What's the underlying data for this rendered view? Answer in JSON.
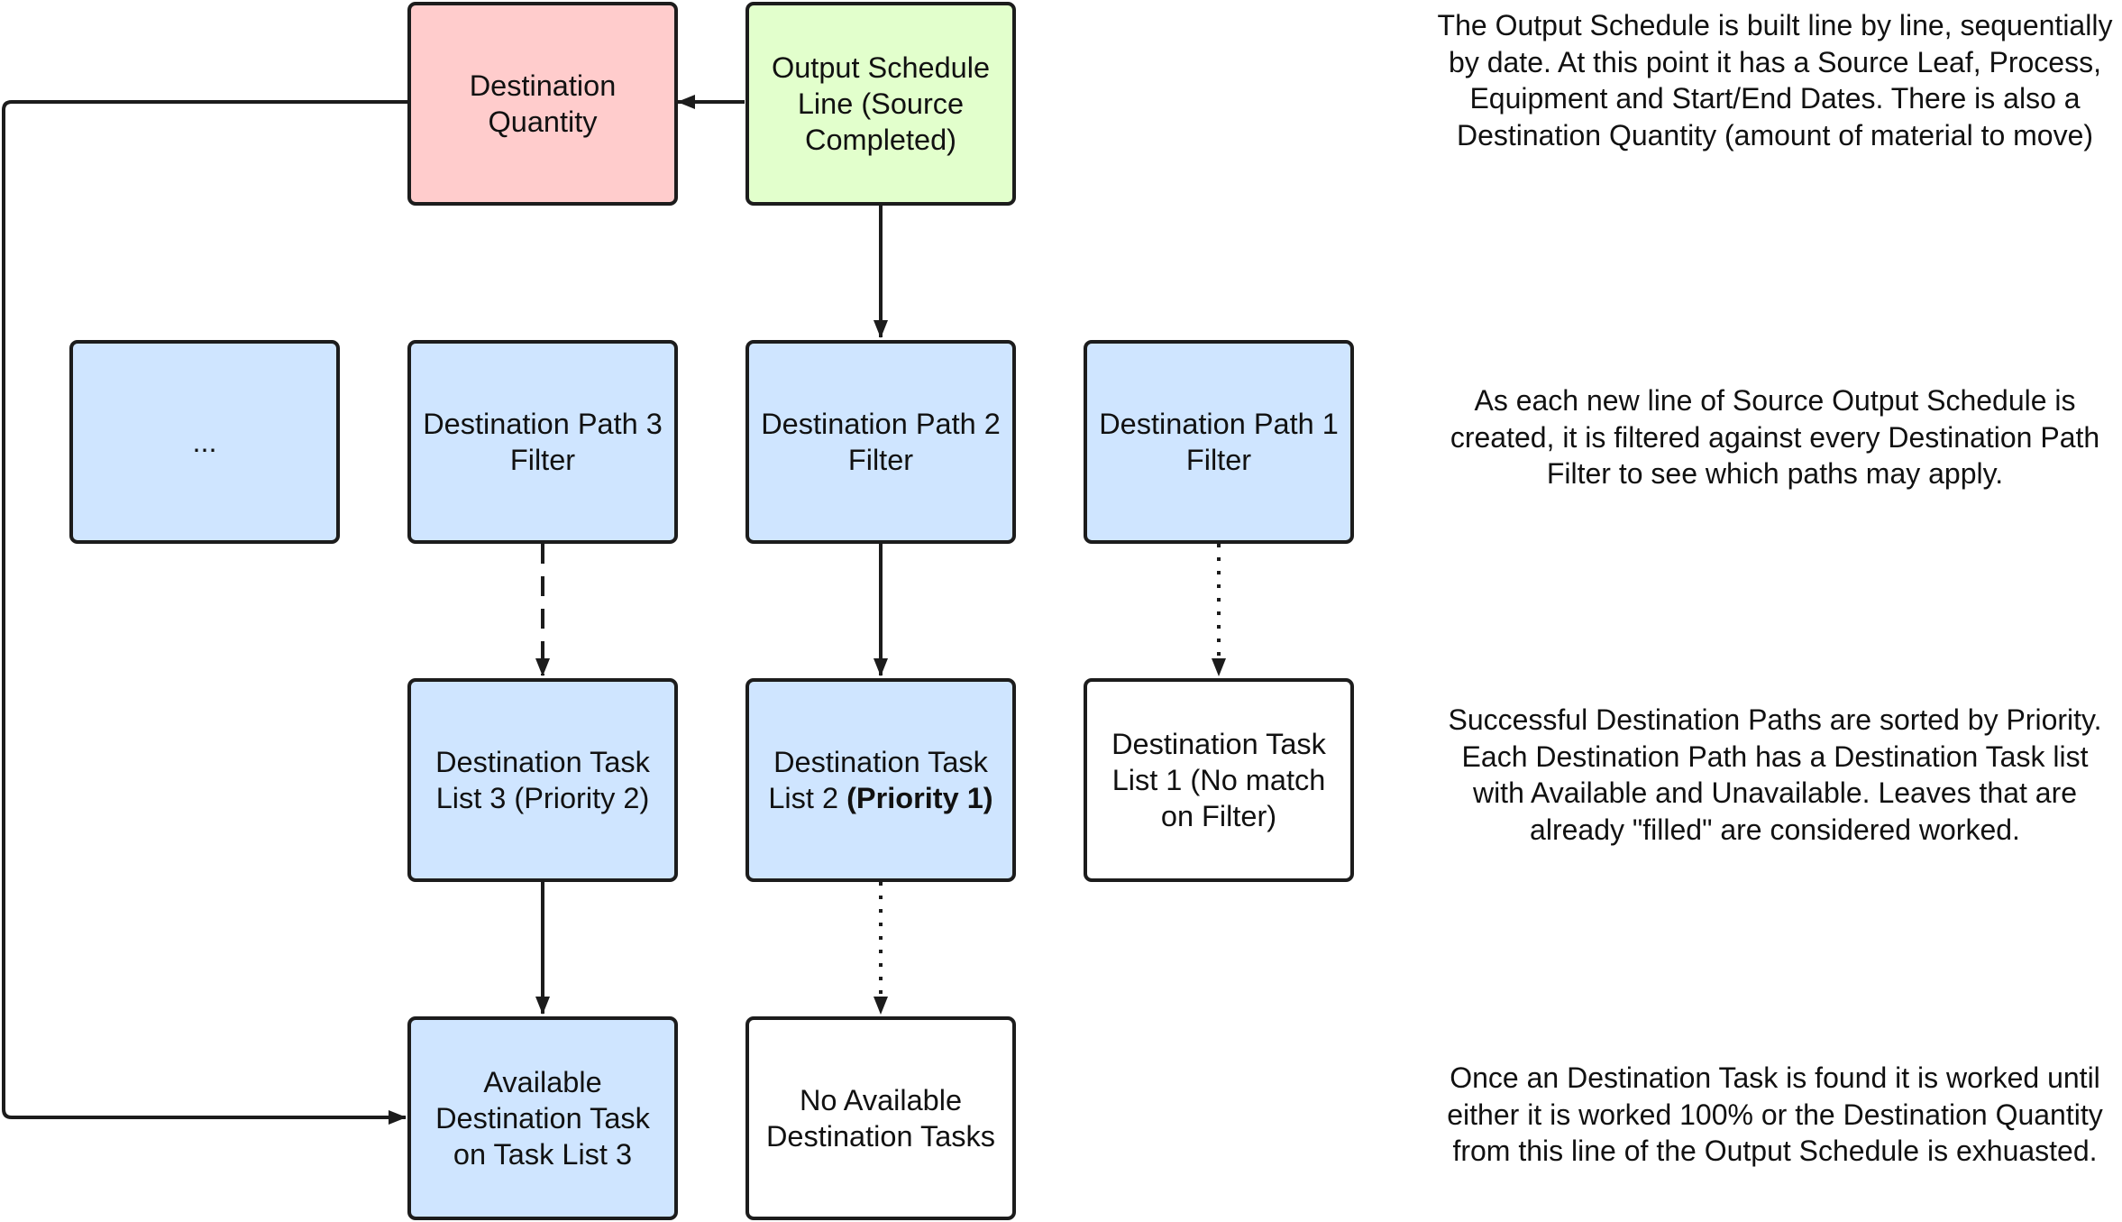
{
  "colors": {
    "pink": "#ffcccc",
    "green": "#e2ffcc",
    "blue": "#cfe5ff",
    "white": "#ffffff",
    "stroke": "#1c1c1c"
  },
  "boxes": {
    "destination_quantity": {
      "label": "Destination Quantity"
    },
    "output_schedule_line": {
      "label": "Output Schedule Line (Source Completed)"
    },
    "ellipsis": {
      "label": "..."
    },
    "path3_filter": {
      "label": "Destination Path 3 Filter"
    },
    "path2_filter": {
      "label": "Destination Path 2 Filter"
    },
    "path1_filter": {
      "label": "Destination Path 1 Filter"
    },
    "task_list3": {
      "label": "Destination Task List 3 (Priority 2)"
    },
    "task_list2": {
      "label_part1": "Destination Task List 2 ",
      "label_bold": "(Priority 1)"
    },
    "task_list1": {
      "label": "Destination Task List 1 (No match on Filter)"
    },
    "available_task": {
      "label": "Available Destination Task on Task List 3"
    },
    "no_available": {
      "label": "No Available Destination Tasks"
    }
  },
  "notes": {
    "step1": "The Output Schedule is built line by line, sequentially by date. At this point it has a Source Leaf, Process, Equipment and Start/End Dates. There is also a Destination Quantity (amount of material to move)",
    "step2": "As each new line of Source Output Schedule is created, it is filtered against every Destination Path Filter to see which paths may apply.",
    "step3": "Successful Destination Paths are sorted by Priority. Each Destination Path has a Destination Task list with Available and Unavailable. Leaves that are already \"filled\" are considered worked.",
    "step4": "Once an Destination Task is found it is worked until either it is worked 100% or the Destination Quantity from this line of the Output Schedule is exhuasted."
  }
}
